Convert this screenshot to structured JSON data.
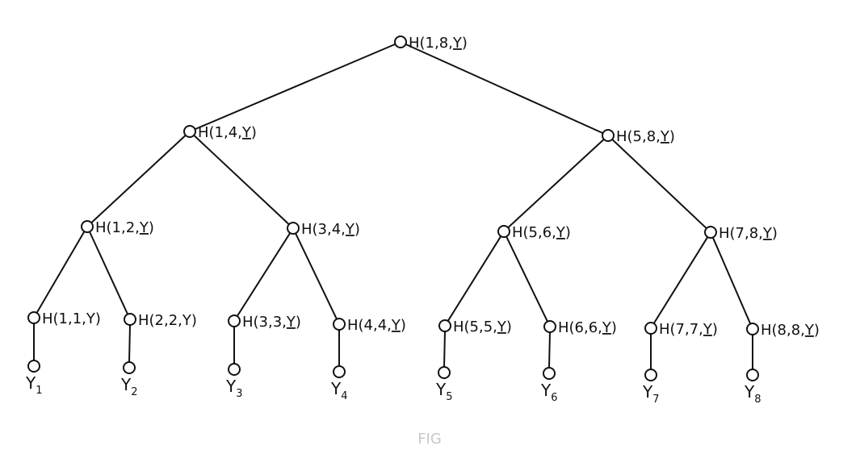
{
  "tree": {
    "nodes": [
      {
        "id": "n18",
        "a": "1",
        "b": "8",
        "y": "Y",
        "underline": true
      },
      {
        "id": "n14",
        "a": "1",
        "b": "4",
        "y": "Y",
        "underline": true
      },
      {
        "id": "n58",
        "a": "5",
        "b": "8",
        "y": "Y",
        "underline": true
      },
      {
        "id": "n12",
        "a": "1",
        "b": "2",
        "y": "Y",
        "underline": true
      },
      {
        "id": "n34",
        "a": "3",
        "b": "4",
        "y": "Y",
        "underline": true
      },
      {
        "id": "n56",
        "a": "5",
        "b": "6",
        "y": "Y",
        "underline": true
      },
      {
        "id": "n78",
        "a": "7",
        "b": "8",
        "y": "Y",
        "underline": true
      },
      {
        "id": "n11",
        "a": "1",
        "b": "1",
        "y": "Y",
        "underline": false
      },
      {
        "id": "n22",
        "a": "2",
        "b": "2",
        "y": "Y",
        "underline": false
      },
      {
        "id": "n33",
        "a": "3",
        "b": "3",
        "y": "Y",
        "underline": true
      },
      {
        "id": "n44",
        "a": "4",
        "b": "4",
        "y": "Y",
        "underline": true
      },
      {
        "id": "n55",
        "a": "5",
        "b": "5",
        "y": "Y",
        "underline": true
      },
      {
        "id": "n66",
        "a": "6",
        "b": "6",
        "y": "Y",
        "underline": true
      },
      {
        "id": "n77",
        "a": "7",
        "b": "7",
        "y": "Y",
        "underline": true
      },
      {
        "id": "n88",
        "a": "8",
        "b": "8",
        "y": "Y",
        "underline": true
      }
    ],
    "leaves": [
      {
        "id": "y1",
        "base": "Y",
        "sub": "1",
        "parent": "n11"
      },
      {
        "id": "y2",
        "base": "Y",
        "sub": "2",
        "parent": "n22"
      },
      {
        "id": "y3",
        "base": "Y",
        "sub": "3",
        "parent": "n33"
      },
      {
        "id": "y4",
        "base": "Y",
        "sub": "4",
        "parent": "n44"
      },
      {
        "id": "y5",
        "base": "Y",
        "sub": "5",
        "parent": "n55"
      },
      {
        "id": "y6",
        "base": "Y",
        "sub": "6",
        "parent": "n66"
      },
      {
        "id": "y7",
        "base": "Y",
        "sub": "7",
        "parent": "n77"
      },
      {
        "id": "y8",
        "base": "Y",
        "sub": "8",
        "parent": "n88"
      }
    ],
    "edges": [
      [
        "n18",
        "n14"
      ],
      [
        "n18",
        "n58"
      ],
      [
        "n14",
        "n12"
      ],
      [
        "n14",
        "n34"
      ],
      [
        "n58",
        "n56"
      ],
      [
        "n58",
        "n78"
      ],
      [
        "n12",
        "n11"
      ],
      [
        "n12",
        "n22"
      ],
      [
        "n34",
        "n33"
      ],
      [
        "n34",
        "n44"
      ],
      [
        "n56",
        "n55"
      ],
      [
        "n56",
        "n66"
      ],
      [
        "n78",
        "n77"
      ],
      [
        "n78",
        "n88"
      ]
    ]
  },
  "caption": "FIG"
}
